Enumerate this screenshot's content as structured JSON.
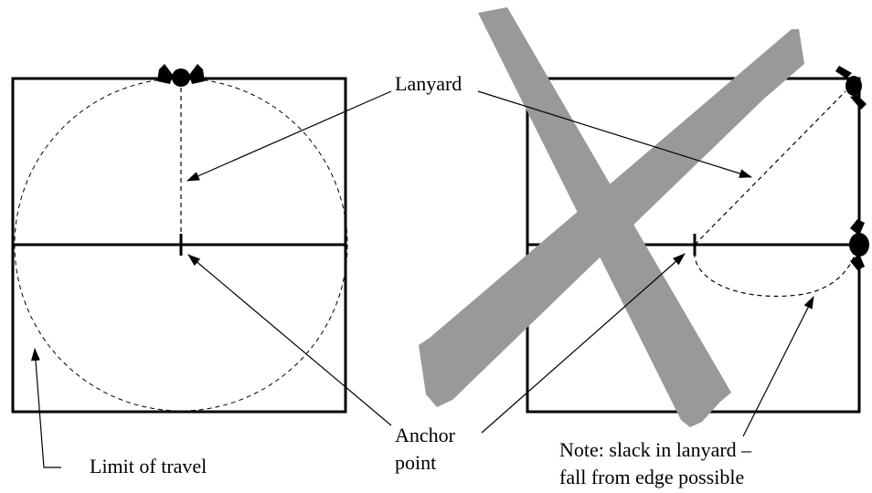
{
  "labels": {
    "lanyard": "Lanyard",
    "anchor_line1": "Anchor",
    "anchor_line2": "point",
    "limit": "Limit of travel",
    "note_line1": "Note: slack in lanyard –",
    "note_line2": "fall from edge possible"
  },
  "colors": {
    "line": "#000000",
    "cross": "#999999",
    "background": "#ffffff"
  },
  "icons": [
    "worker-figure-icon",
    "anchor-marker-icon",
    "prohibition-cross-icon"
  ]
}
